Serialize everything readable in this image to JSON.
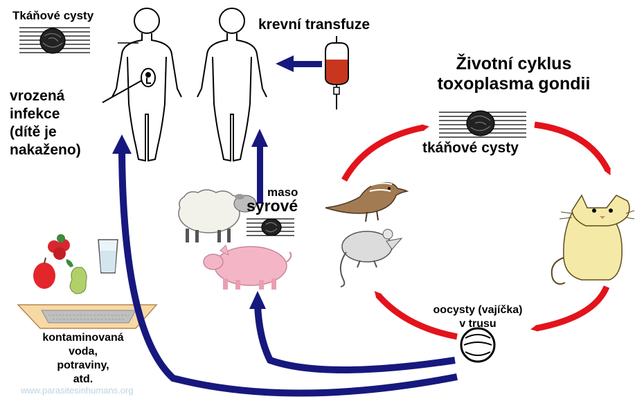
{
  "title_line1": "Životní cyklus",
  "title_line2": "toxoplasma gondii",
  "labels": {
    "tissue_cysts_top": "Tkáňové cysty",
    "blood_transfusion": "krevní transfuze",
    "congenital_1": "vrozená",
    "congenital_2": "infekce",
    "congenital_3": "(dítě je",
    "congenital_4": "nakaženo)",
    "tissue_cysts_cycle": "tkáňové cysty",
    "raw_meat_1": "maso",
    "raw_meat_2": "syrové",
    "oocysts_1": "oocysty (vajíčka)",
    "oocysts_2": "v trusu",
    "contaminated_1": "kontaminovaná",
    "contaminated_2": "voda,",
    "contaminated_3": "potraviny,",
    "contaminated_4": "atd."
  },
  "watermark": "www.parasitesinhumans.org",
  "colors": {
    "red_arrow": "#e3131b",
    "blue_arrow": "#17187e",
    "blood": "#c8361e",
    "pig": "#f4b6c6",
    "cat": "#f4e9a6",
    "litter_box": "#f7d9a6"
  }
}
